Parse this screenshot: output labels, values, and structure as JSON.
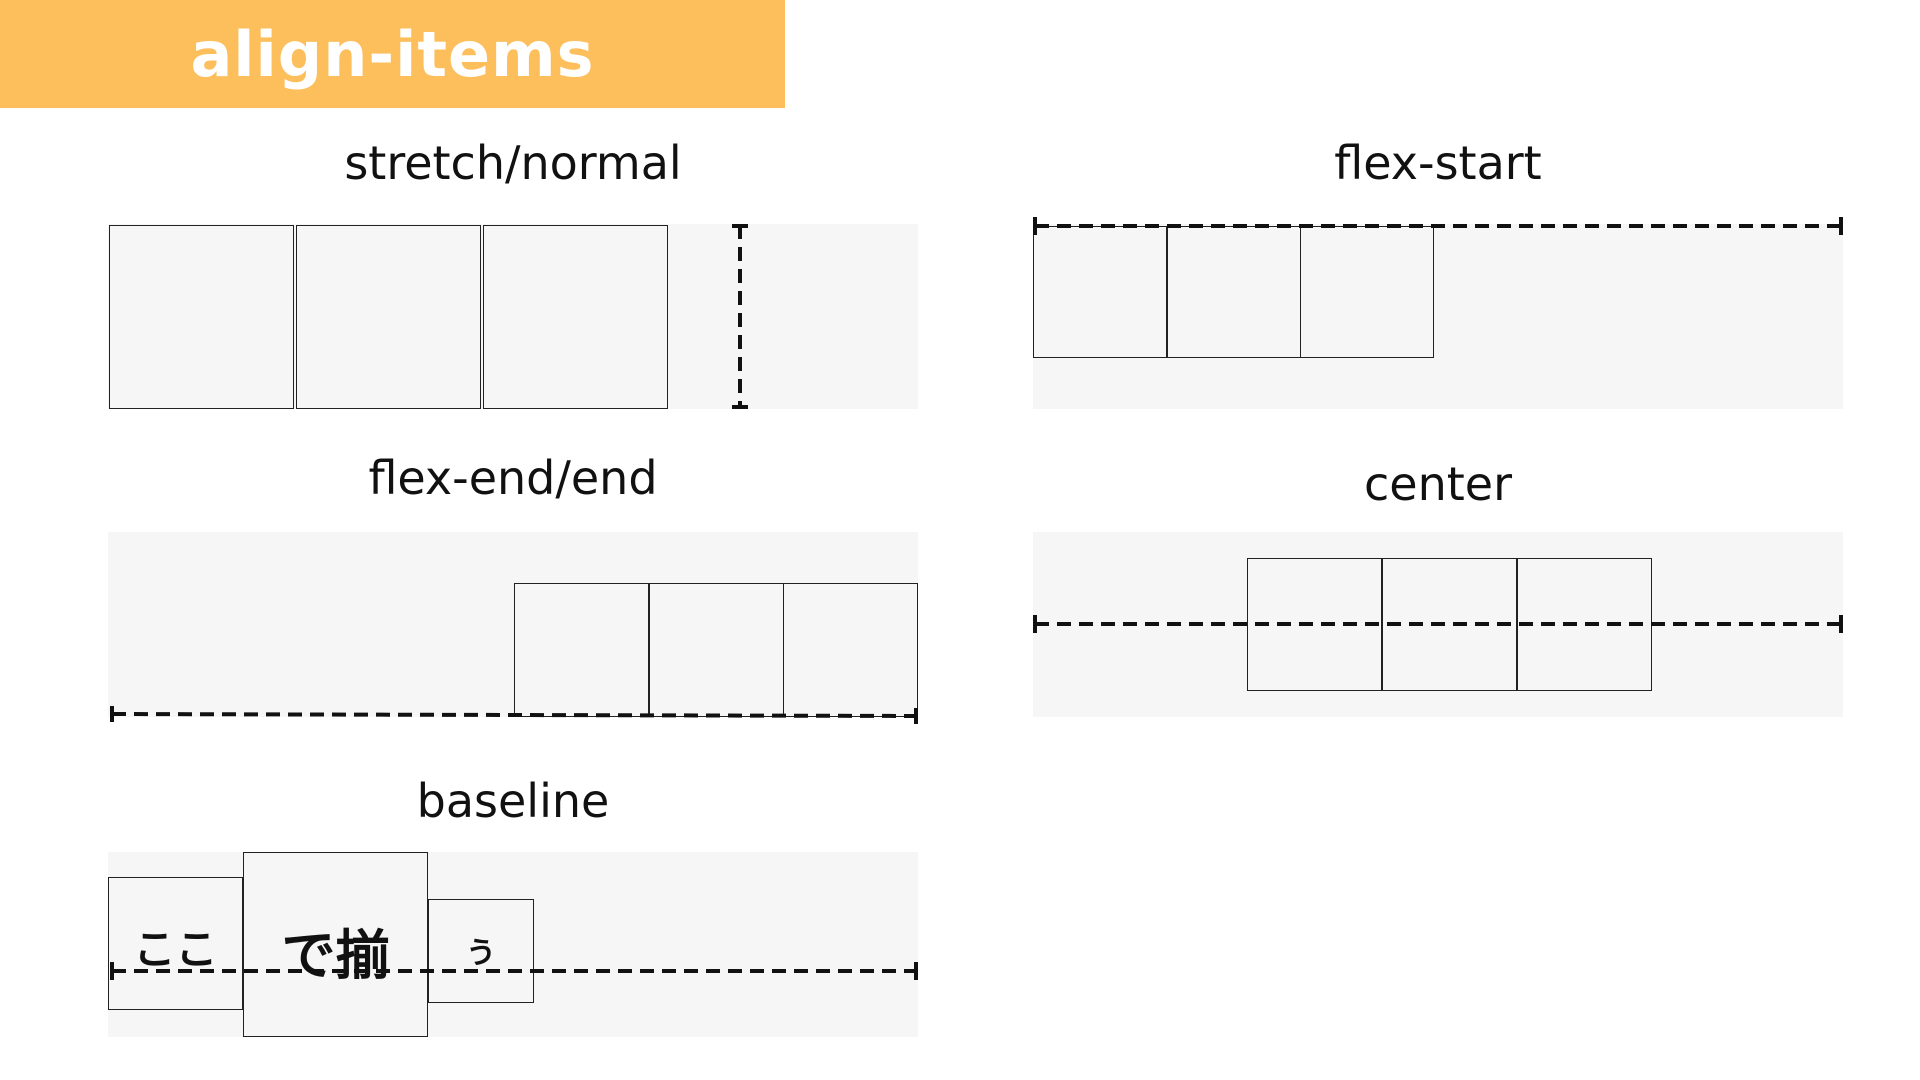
{
  "title": "align-items",
  "panels": {
    "stretch": {
      "label": "stretch/normal"
    },
    "flex_start": {
      "label": "flex-start"
    },
    "flex_end": {
      "label": "flex-end/end"
    },
    "center": {
      "label": "center"
    },
    "baseline": {
      "label": "baseline",
      "items": [
        "ここ",
        "で揃",
        "う"
      ]
    }
  },
  "colors": {
    "title_bg": "#fdbe5c",
    "title_text": "#ffffff",
    "container_bg": "#f6f6f6",
    "border": "#222222"
  }
}
